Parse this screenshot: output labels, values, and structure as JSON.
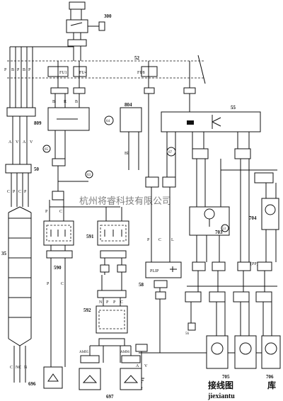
{
  "components": {
    "c300": "300",
    "c52": "52",
    "c55": "55",
    "c804": "804",
    "c809": "809",
    "c50": "50",
    "c35": "35",
    "c590": "590",
    "c591": "591",
    "c592": "592",
    "c58": "58",
    "c703": "703",
    "c704": "704",
    "c705": "705",
    "c706": "706",
    "c696": "696",
    "c697": "697",
    "c63": "63",
    "c64": "64",
    "c65": "65",
    "c67": "67",
    "c53": "53",
    "c56": "56",
    "m2": "m2",
    "plip": "PLIP",
    "pp": "(PP)",
    "am95": "AM95",
    "am96": "AM96"
  },
  "fuses": [
    "FU1",
    "FU4",
    "FU8"
  ],
  "wires": {
    "left_bus": [
      "P",
      "B",
      "P",
      "B",
      "P"
    ],
    "cable_top": [
      "A",
      "V",
      "A",
      "V"
    ],
    "cable_mid": [
      "C",
      "P",
      "C",
      "P"
    ],
    "cable_bot": [
      "C",
      "NC",
      "N"
    ],
    "x590": [
      "P",
      "C"
    ],
    "x592": [
      "N",
      "P",
      "P",
      "C"
    ],
    "bottom_av": [
      "A",
      "V"
    ],
    "plip_wires": [
      "P",
      "C",
      "L"
    ]
  },
  "watermark": {
    "text": "杭州将睿科技有限公司",
    "brand": "接线图",
    "site": "jiexiantu",
    "tail": "库"
  }
}
